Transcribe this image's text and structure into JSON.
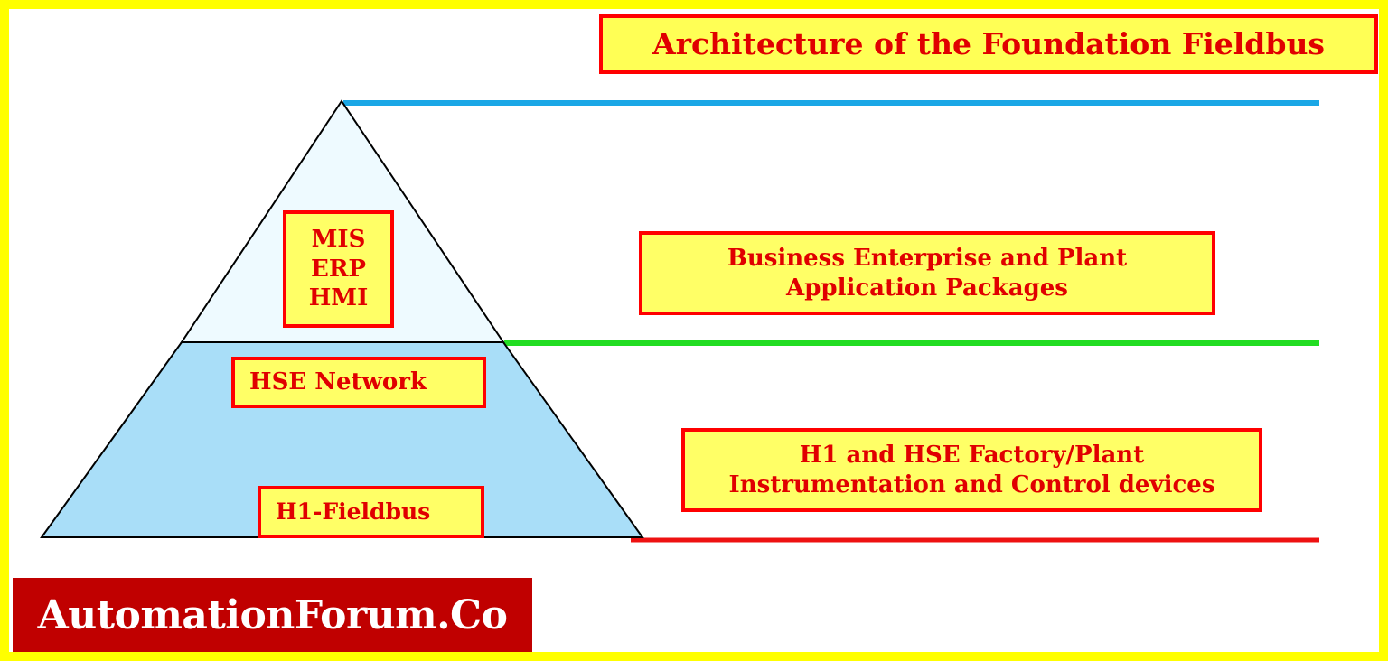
{
  "title": "Architecture of the Foundation Fieldbus",
  "pyramid": {
    "top_tier": {
      "labels": [
        "MIS",
        "ERP",
        "HMI"
      ]
    },
    "bottom_tier": {
      "upper_label": "HSE Network",
      "lower_label": "H1-Fieldbus"
    }
  },
  "levels": {
    "business": {
      "line1": "Business Enterprise and Plant",
      "line2": "Application Packages"
    },
    "factory": {
      "line1": "H1 and HSE Factory/Plant",
      "line2": "Instrumentation and Control devices"
    }
  },
  "watermark": "AutomationForum.Co",
  "colors": {
    "frame": "#ffff00",
    "box_fill": "#ffff66",
    "box_border": "#ff0000",
    "box_text": "#e00000",
    "top_tier_fill": "#eefaff",
    "bottom_tier_fill": "#a9def8",
    "line_top": "#1aa7e6",
    "line_middle": "#22dd22",
    "line_bottom": "#ee1111",
    "logo_bg": "#c00000"
  }
}
